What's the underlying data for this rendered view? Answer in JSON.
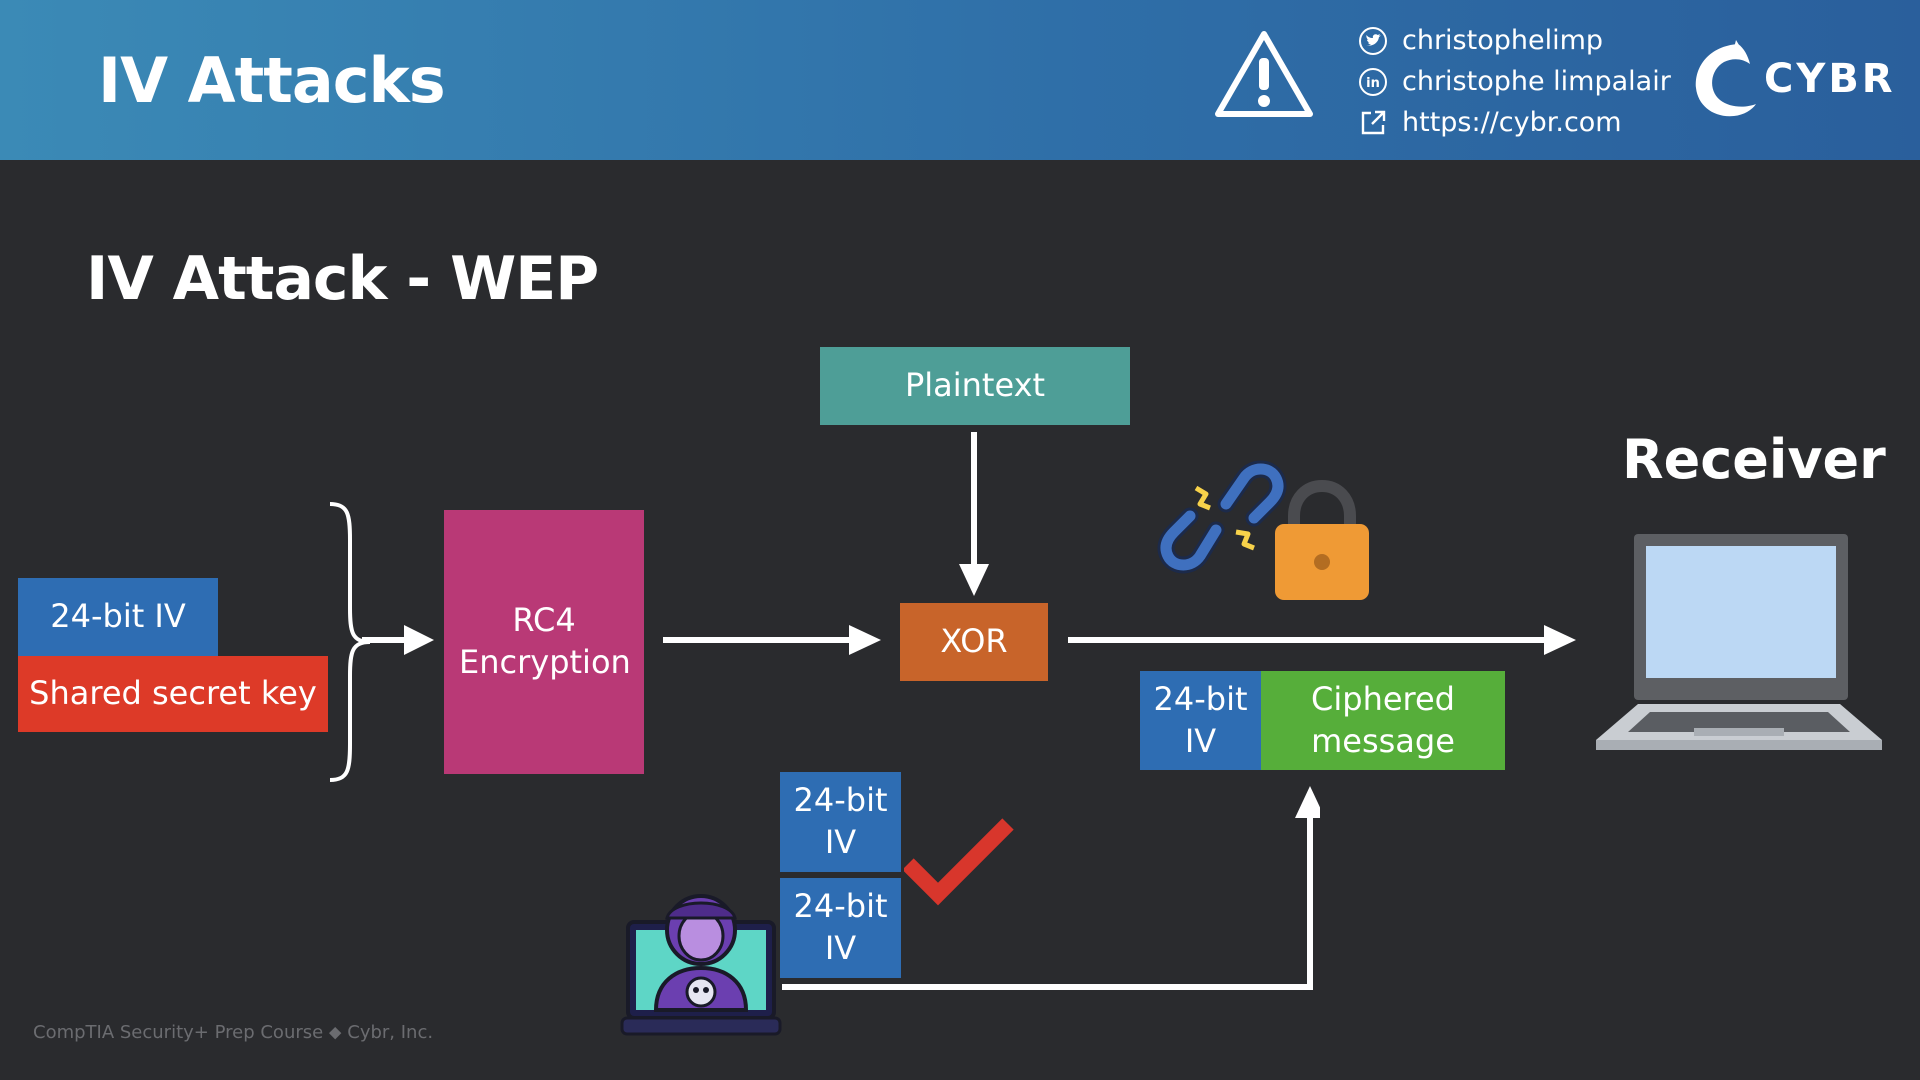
{
  "header": {
    "title": "IV Attacks",
    "social": {
      "twitter": "christophelimp",
      "linkedin": "christophe limpalair",
      "website": "https://cybr.com"
    },
    "logo_text": "CYBR"
  },
  "slide": {
    "title": "IV Attack - WEP",
    "iv_label": "24-bit IV",
    "key_label": "Shared secret key",
    "rc4_label": "RC4 Encryption",
    "plaintext_label": "Plaintext",
    "xor_label": "XOR",
    "cipher_iv_label": "24-bit IV",
    "cipher_msg_label": "Ciphered message",
    "captured_iv_1": "24-bit IV",
    "captured_iv_2": "24-bit IV",
    "receiver_label": "Receiver"
  },
  "footer": "CompTIA Security+ Prep Course ⬥ Cybr, Inc.",
  "colors": {
    "iv_blue": "#2e6db3",
    "key_red": "#dd3a28",
    "rc4_magenta": "#b93976",
    "plaintext_teal": "#4e9e97",
    "xor_orange": "#c8642a",
    "cipher_green": "#56ae3a",
    "check_red": "#d8362c",
    "lock_orange": "#ef9a35",
    "chain_blue": "#3f70bf"
  }
}
